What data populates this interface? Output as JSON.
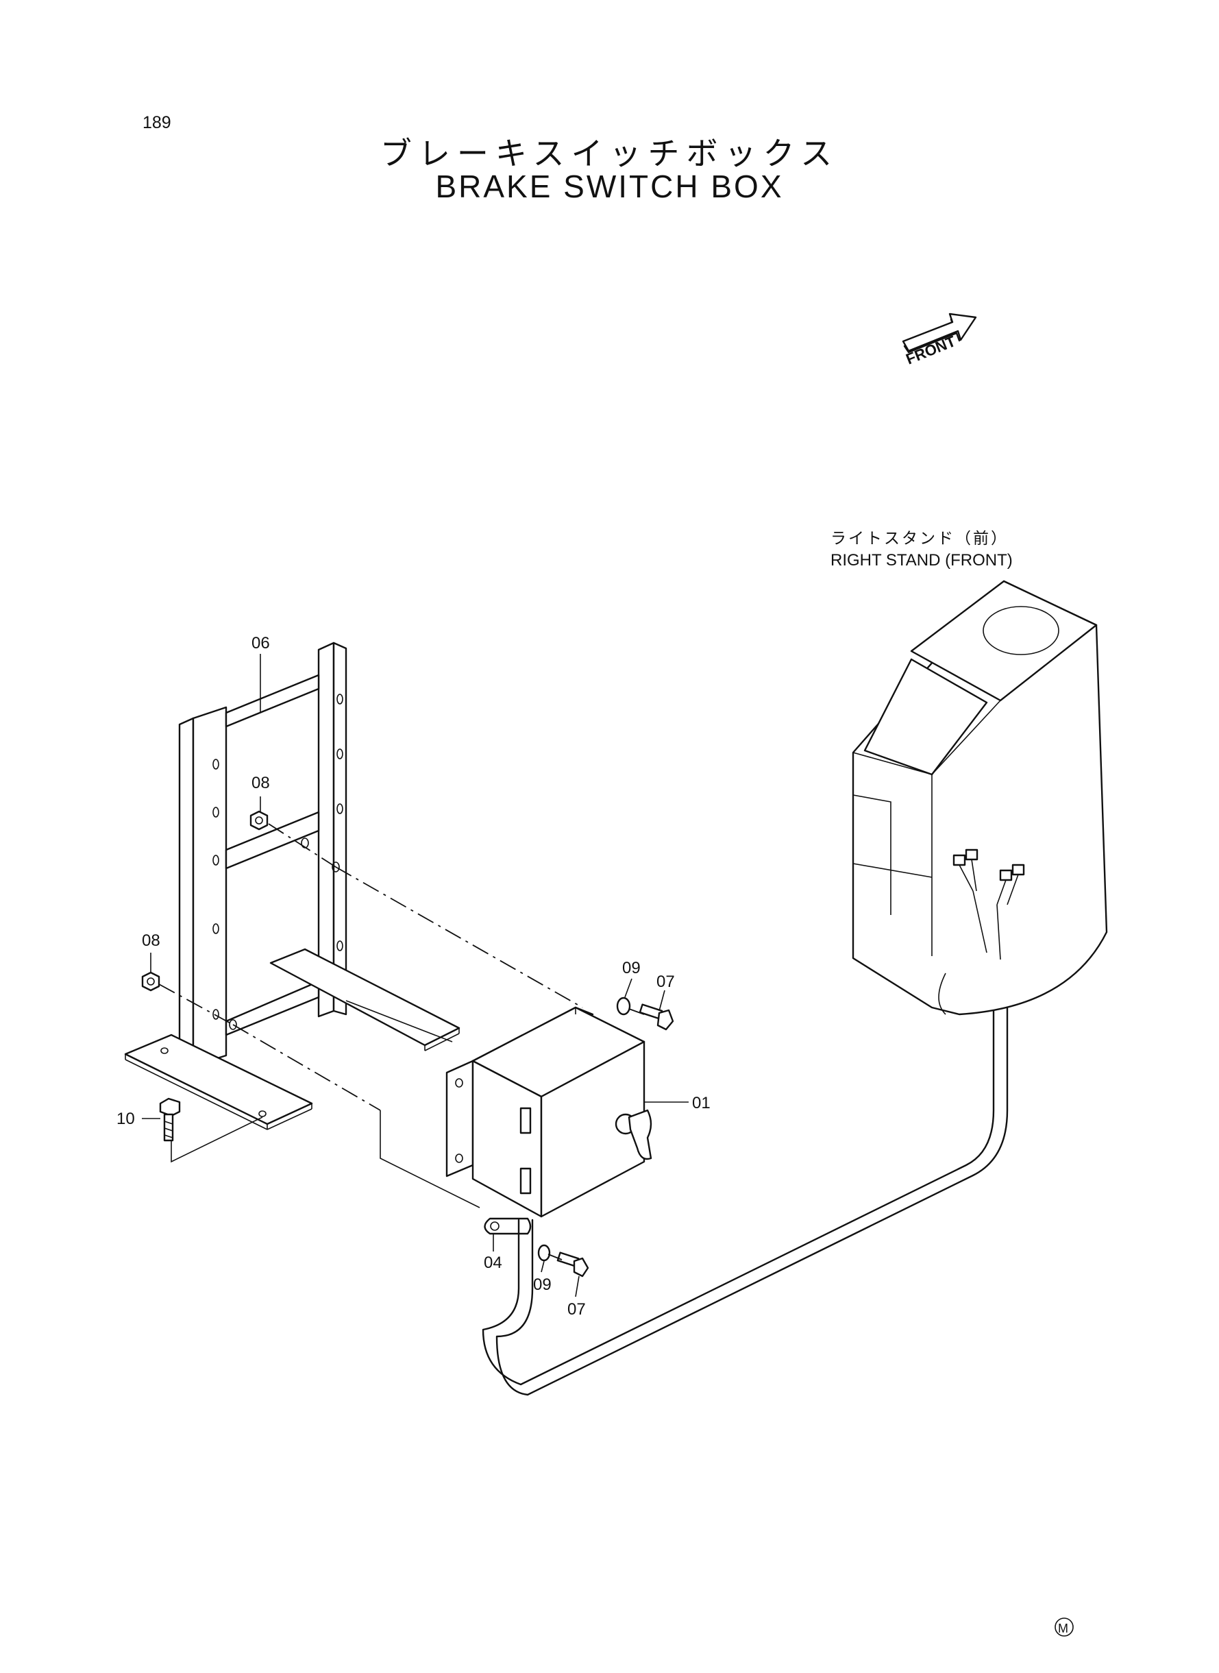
{
  "page_number": "189",
  "title_jp": "ブレーキスイッチボックス",
  "title_en": "BRAKE SWITCH BOX",
  "front_arrow_label": "FRONT",
  "right_stand_label_jp": "ライトスタンド（前）",
  "right_stand_label_en": "RIGHT STAND (FRONT)",
  "mark_symbol": "M",
  "callouts": {
    "p06": "06",
    "p08_top": "08",
    "p08_left": "08",
    "p09_top": "09",
    "p07_top": "07",
    "p01": "01",
    "p10": "10",
    "p04": "04",
    "p09_bottom": "09",
    "p07_bottom": "07"
  }
}
